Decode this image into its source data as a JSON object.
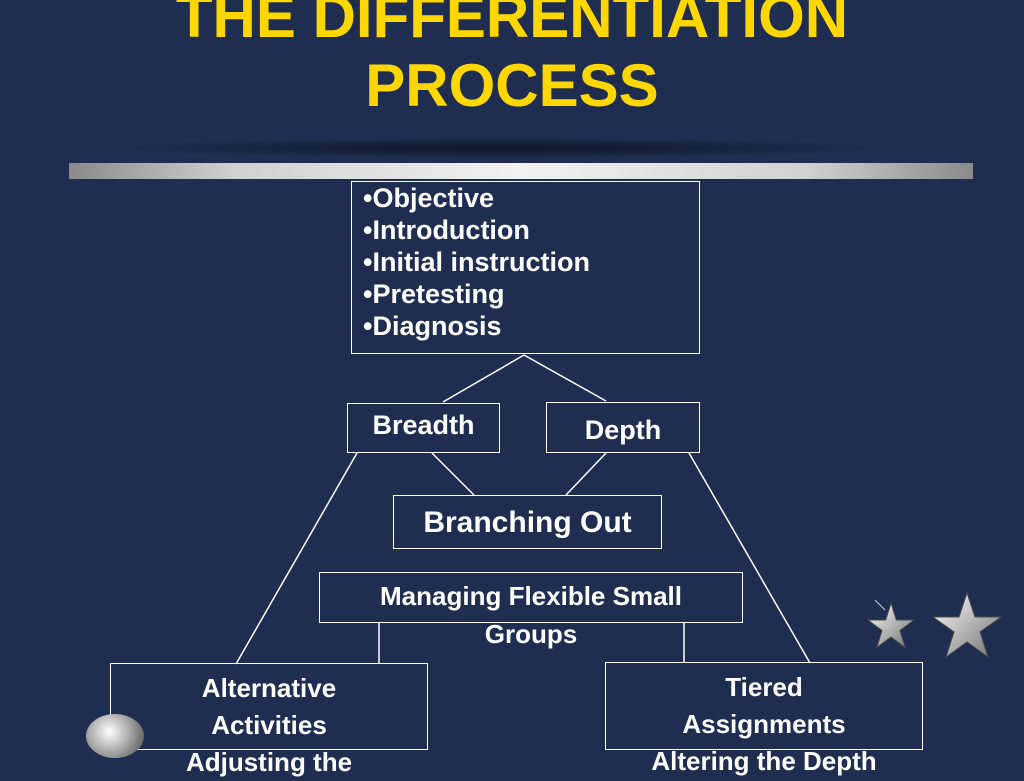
{
  "slide": {
    "title_line1": "THE DIFFERENTIATION",
    "title_line2": "PROCESS"
  },
  "diagram": {
    "top_box": {
      "items": [
        "Objective",
        "Introduction",
        "Initial instruction",
        "Pretesting",
        "Diagnosis"
      ]
    },
    "breadth": "Breadth",
    "depth": "Depth",
    "branching_out": "Branching Out",
    "managing": {
      "line1": "Managing Flexible Small",
      "line2": "Groups"
    },
    "alternative": {
      "line1": "Alternative",
      "line2": "Activities",
      "line3": "Adjusting the"
    },
    "tiered": {
      "line1": "Tiered",
      "line2": "Assignments",
      "line3": "Altering the Depth"
    }
  },
  "decor": {
    "star_icon": "star-icon",
    "title_color": "#ffd700",
    "background_color": "#1e2d50"
  }
}
